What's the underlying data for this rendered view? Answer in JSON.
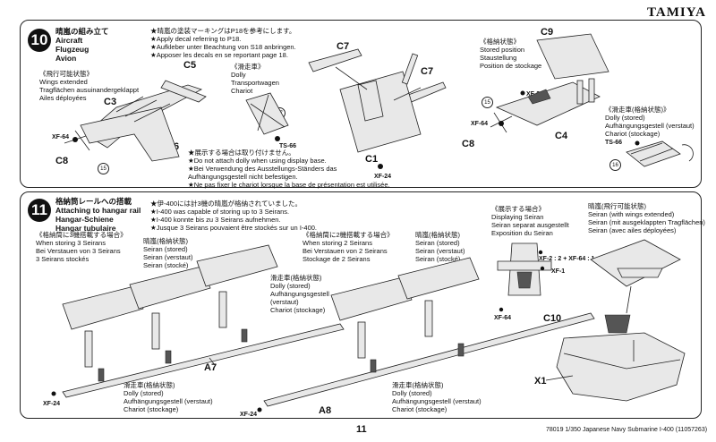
{
  "brand": "TAMIYA",
  "page_number": "11",
  "footer": "78019 1/350 Japanese Navy Submarine I-400 (11057263)",
  "step10": {
    "number": "10",
    "title": "晴嵐の組み立て",
    "title_lines": [
      "Aircraft",
      "Flugzeug",
      "Avion"
    ],
    "decal_note": [
      "★晴嵐の塗装マーキングはP18を参考にします。",
      "★Apply decal referring to P18.",
      "★Aufkleber unter Beachtung von S18 anbringen.",
      "★Apposer les decals en se reportant page 18."
    ],
    "flight_state": [
      "《飛行可能状態》",
      "Wings extended",
      "Tragflächen ausuinandergeklappt",
      "Ailes déployées"
    ],
    "dolly": [
      "《滑走車》",
      "Dolly",
      "Transportwagen",
      "Chariot"
    ],
    "display_note": [
      "★展示する場合は取り付けません。",
      "★Do not attach dolly when using display base.",
      "★Bei Verwendung des Ausstellungs-Ständers das",
      "Aufhängungsgestell nicht befestigen.",
      "★Ne pas fixer le chariot lorsque la base de présentation est utilisée."
    ],
    "stored": [
      "《格納状態》",
      "Stored position",
      "Staustellung",
      "Position de stockage"
    ],
    "dolly_stored": [
      "《滑走車(格納状態)》",
      "Dolly (stored)",
      "Aufhängungsgestell (verstaut)",
      "Chariot (stockage)"
    ],
    "parts": {
      "c5": "C5",
      "c3": "C3",
      "c6": "C6",
      "c8a": "C8",
      "c7a": "C7",
      "c7b": "C7",
      "c1": "C1",
      "c9": "C9",
      "c4": "C4",
      "c8b": "C8"
    },
    "small": {
      "xf64a": "XF-64",
      "xf64b": "XF-64",
      "ts66a": "TS-66",
      "ts66b": "TS-66",
      "xf24a": "XF-24",
      "xf24b": "XF-24"
    },
    "circles": {
      "n15a": "15",
      "n17": "17",
      "n15b": "15",
      "n16": "16"
    }
  },
  "step11": {
    "number": "11",
    "title": "格納筒レールへの搭載",
    "title_lines": [
      "Attaching to hangar rail",
      "Hangar-Schiene",
      "Hangar tubulaire"
    ],
    "note": [
      "★伊-400には計3機の晴嵐が格納されていました。",
      "★I-400 was capable of storing up to 3 Seirans.",
      "★I-400 konnte bis zu 3 Seirans aufnehmen.",
      "★Jusque 3 Seirans pouvaient être stockés sur un I-400."
    ],
    "three": [
      "《格納筒に3機搭載する場合》",
      "When storing 3 Seirans",
      "Bei Verstauen von 3 Seirans",
      "3 Seirans stockés"
    ],
    "seiran_stored_a": [
      "晴嵐(格納状態)",
      "Seiran (stored)",
      "Seiran (verstaut)",
      "Seiran (stocké)"
    ],
    "dolly_stored_a": [
      "滑走車(格納状態)",
      "Dolly (stored)",
      "Aufhängungsgestell",
      "(verstaut)",
      "Chariot (stockage)"
    ],
    "dolly_stored_b": [
      "滑走車(格納状態)",
      "Dolly (stored)",
      "Aufhängungsgestell (verstaut)",
      "Chariot (stockage)"
    ],
    "two": [
      "《格納筒に2機搭載する場合》",
      "When storing 2 Seirans",
      "Bei Verstauen von 2 Seirans",
      "Stockage de 2 Seirans"
    ],
    "seiran_stored_b": [
      "晴嵐(格納状態)",
      "Seiran (stored)",
      "Seiran (verstaut)",
      "Seiran (stocké)"
    ],
    "dolly_stored_c": [
      "滑走車(格納状態)",
      "Dolly (stored)",
      "Aufhängungsgestell (verstaut)",
      "Chariot (stockage)"
    ],
    "display": [
      "《展示する場合》",
      "Displaying Seiran",
      "Seiran separat ausgestellt",
      "Exposition du Seiran"
    ],
    "flight": [
      "晴嵐(飛行可能状態)",
      "Seiran (with wings extended)",
      "Seiran (mit ausgeklappten Tragflächen)",
      "Seiran (avec ailes déployées)"
    ],
    "parts": {
      "a7": "A7",
      "a8": "A8",
      "c10": "C10",
      "x1": "X1"
    },
    "small": {
      "xf24a": "XF-24",
      "xf24b": "XF-24",
      "xf64": "XF-64",
      "xf1": "XF-1",
      "mix": "XF-2 : 2 + XF-64 : 1"
    }
  }
}
